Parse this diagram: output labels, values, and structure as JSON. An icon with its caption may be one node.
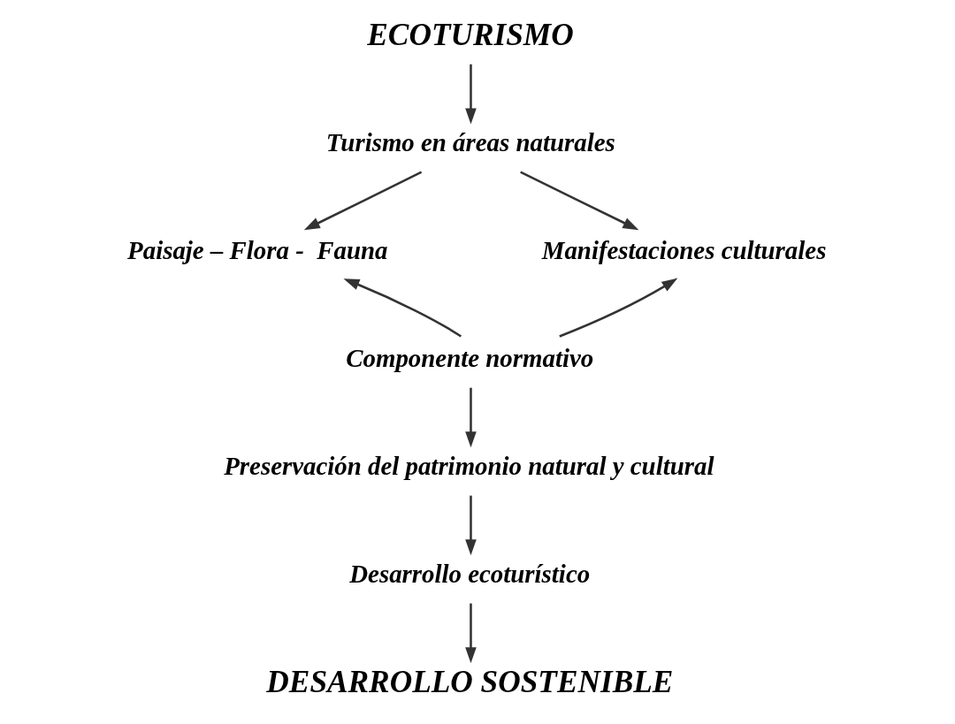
{
  "diagram": {
    "nodes": [
      {
        "text": [
          "ECOTURISMO"
        ]
      },
      {
        "text": [
          "Turismo en áreas naturales"
        ]
      },
      {
        "text": [
          "Paisaje – Flora -  Fauna"
        ]
      },
      {
        "text": [
          "Manifestaciones culturales"
        ]
      },
      {
        "text": [
          "Componente normativo"
        ]
      },
      {
        "text": [
          "Preservación del patrimonio natural y cultural"
        ]
      },
      {
        "text": [
          "Desarrollo ecoturístico"
        ]
      },
      {
        "text": [
          "DESARROLLO SOSTENIBLE"
        ]
      }
    ],
    "edges": [
      {
        "from": 0,
        "to": 1,
        "arrow": "to"
      },
      {
        "from": 1,
        "to": 2,
        "arrow": "to"
      },
      {
        "from": 1,
        "to": 3,
        "arrow": "to"
      },
      {
        "from": 4,
        "to": 2,
        "arrow": "to"
      },
      {
        "from": 4,
        "to": 3,
        "arrow": "to"
      },
      {
        "from": 4,
        "to": 5,
        "arrow": "to"
      },
      {
        "from": 5,
        "to": 6,
        "arrow": "to"
      },
      {
        "from": 6,
        "to": 7,
        "arrow": "to"
      }
    ]
  }
}
